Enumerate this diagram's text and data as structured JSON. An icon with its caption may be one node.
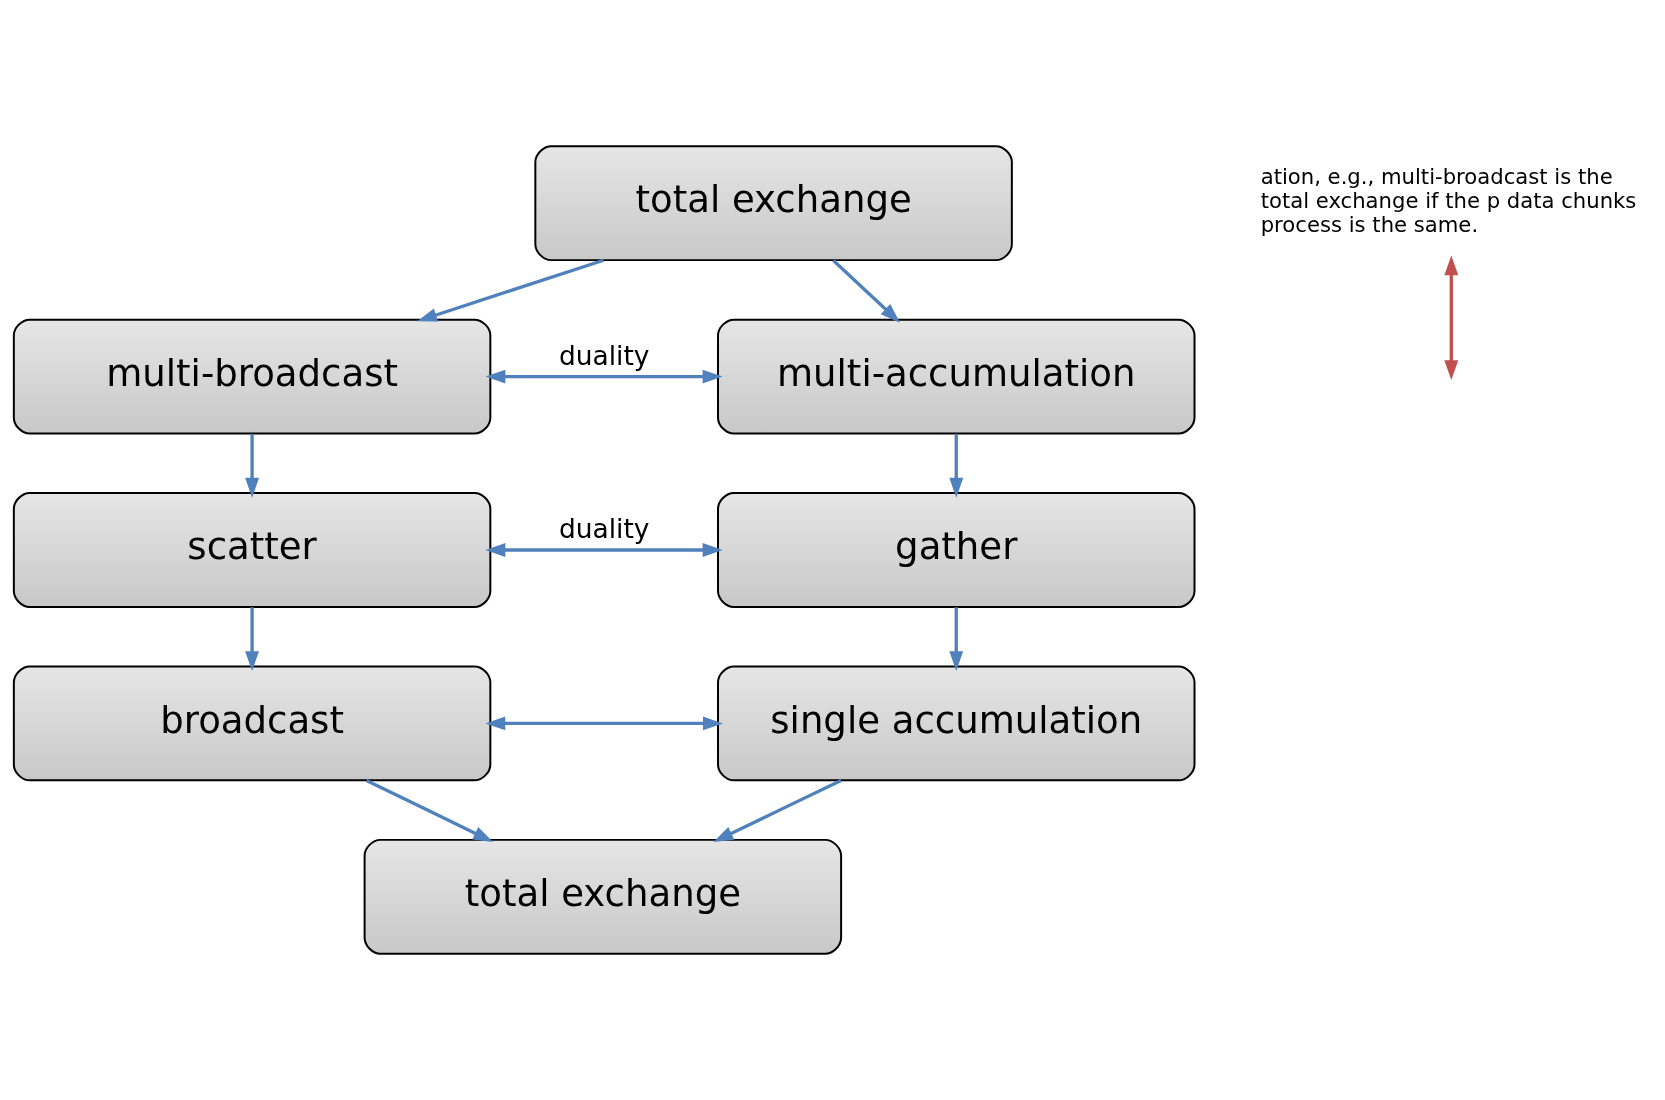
{
  "diagram": {
    "nodes": [
      {
        "text": [
          "total exchange"
        ]
      },
      {
        "text": [
          "multi-broadcast"
        ]
      },
      {
        "text": [
          "multi-accumulation"
        ]
      },
      {
        "text": [
          "scatter"
        ]
      },
      {
        "text": [
          "gather"
        ]
      },
      {
        "text": [
          "broadcast"
        ]
      },
      {
        "text": [
          "single accumulation"
        ]
      },
      {
        "text": [
          "total exchange"
        ]
      },
      {
        "text": [
          "ation, e.g., multi-broadcast is the total exchange if the p data chunks process is the same."
        ]
      }
    ],
    "edges": [
      {
        "from": 0,
        "to": 1,
        "arrow": "to"
      },
      {
        "from": 0,
        "to": 2,
        "arrow": "to"
      },
      {
        "from": 1,
        "to": 2,
        "arrow": "both",
        "label": "duality"
      },
      {
        "from": 1,
        "to": 3,
        "arrow": "to"
      },
      {
        "from": 2,
        "to": 4,
        "arrow": "to"
      },
      {
        "from": 3,
        "to": 4,
        "arrow": "both",
        "label": "duality"
      },
      {
        "from": 3,
        "to": 5,
        "arrow": "to"
      },
      {
        "from": 4,
        "to": 6,
        "arrow": "to"
      },
      {
        "from": 5,
        "to": 6,
        "arrow": "both"
      },
      {
        "from": 5,
        "to": 7,
        "arrow": "to"
      },
      {
        "from": 6,
        "to": 7,
        "arrow": "to"
      },
      {
        "from": 8,
        "to": null,
        "arrow": "both",
        "color": "#c0504d"
      }
    ]
  }
}
